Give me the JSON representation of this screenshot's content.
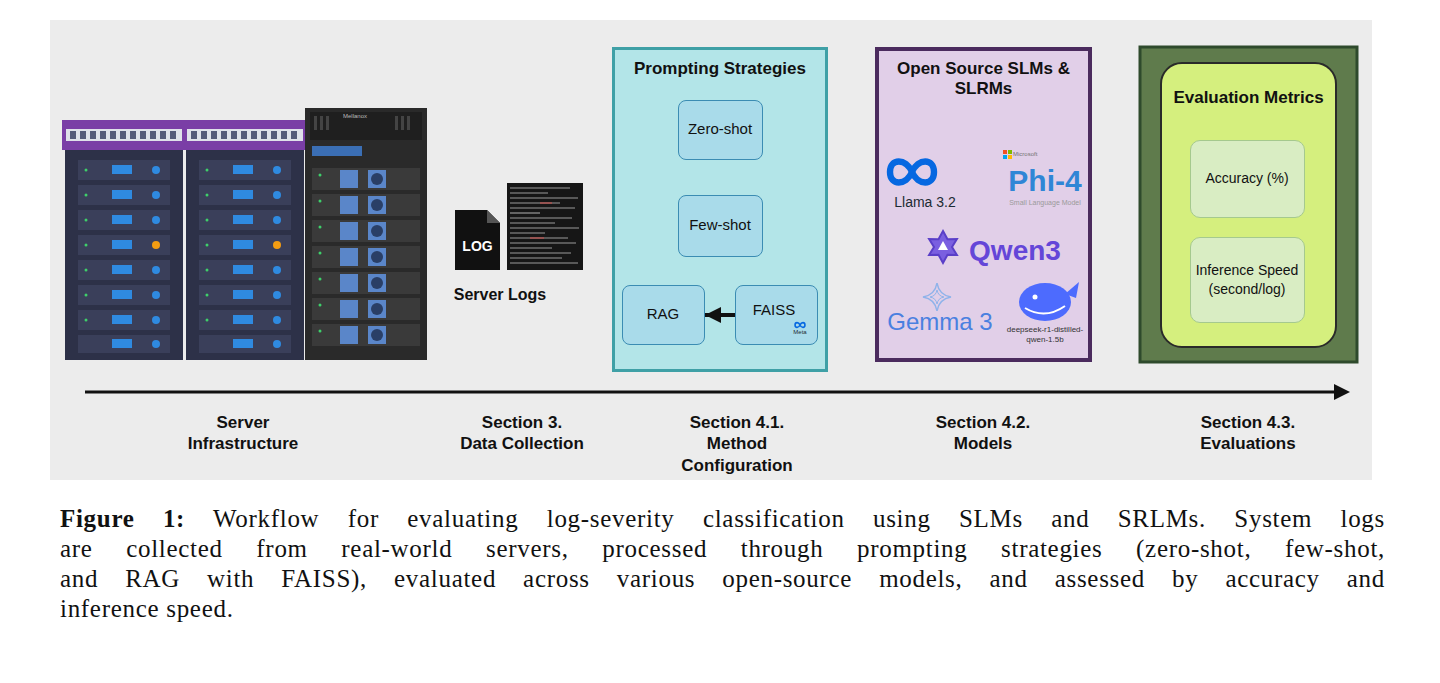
{
  "diagram": {
    "caption": "Figure 1: Workflow for evaluating log-severity classification using SLMs and SRLMs. System logs are collected from real-world servers, processed through prompting strategies (zero-shot, few-shot, and RAG with FAISS), evaluated across various open-source models, and assessed by accuracy and inference speed.",
    "nodes": [
      {
        "text": [
          "Prompting Strategies"
        ]
      },
      {
        "text": [
          "Zero-shot"
        ],
        "in": 0
      },
      {
        "text": [
          "Few-shot"
        ],
        "in": 0
      },
      {
        "text": [
          "RAG"
        ],
        "in": 0
      },
      {
        "text": [
          "FAISS",
          "Meta"
        ],
        "in": 0
      },
      {
        "text": [
          "Open Source SLMs & SLRMs",
          "Llama 3.2",
          "Microsoft",
          "Phi-4",
          "Small Language Model",
          "Qwen3",
          "Gemma 3",
          "deepseek-r1-distilled-qwen-1.5b"
        ]
      },
      {
        "text": [
          "Evaluation Metrics"
        ]
      },
      {
        "text": [
          "Accuracy (%)"
        ],
        "in": 6
      },
      {
        "text": [
          "Inference Speed (second/log)"
        ],
        "in": 6
      }
    ],
    "edges": [
      {
        "from": 4,
        "to": 3,
        "arrow": "to"
      }
    ],
    "labels": [
      "Mellanox",
      "LOG",
      "Server Logs",
      "Server Infrastructure",
      "Section 3. Data Collection",
      "Section 4.1. Method Configuration",
      "Section 4.2. Models",
      "Section 4.3. Evaluations"
    ]
  }
}
